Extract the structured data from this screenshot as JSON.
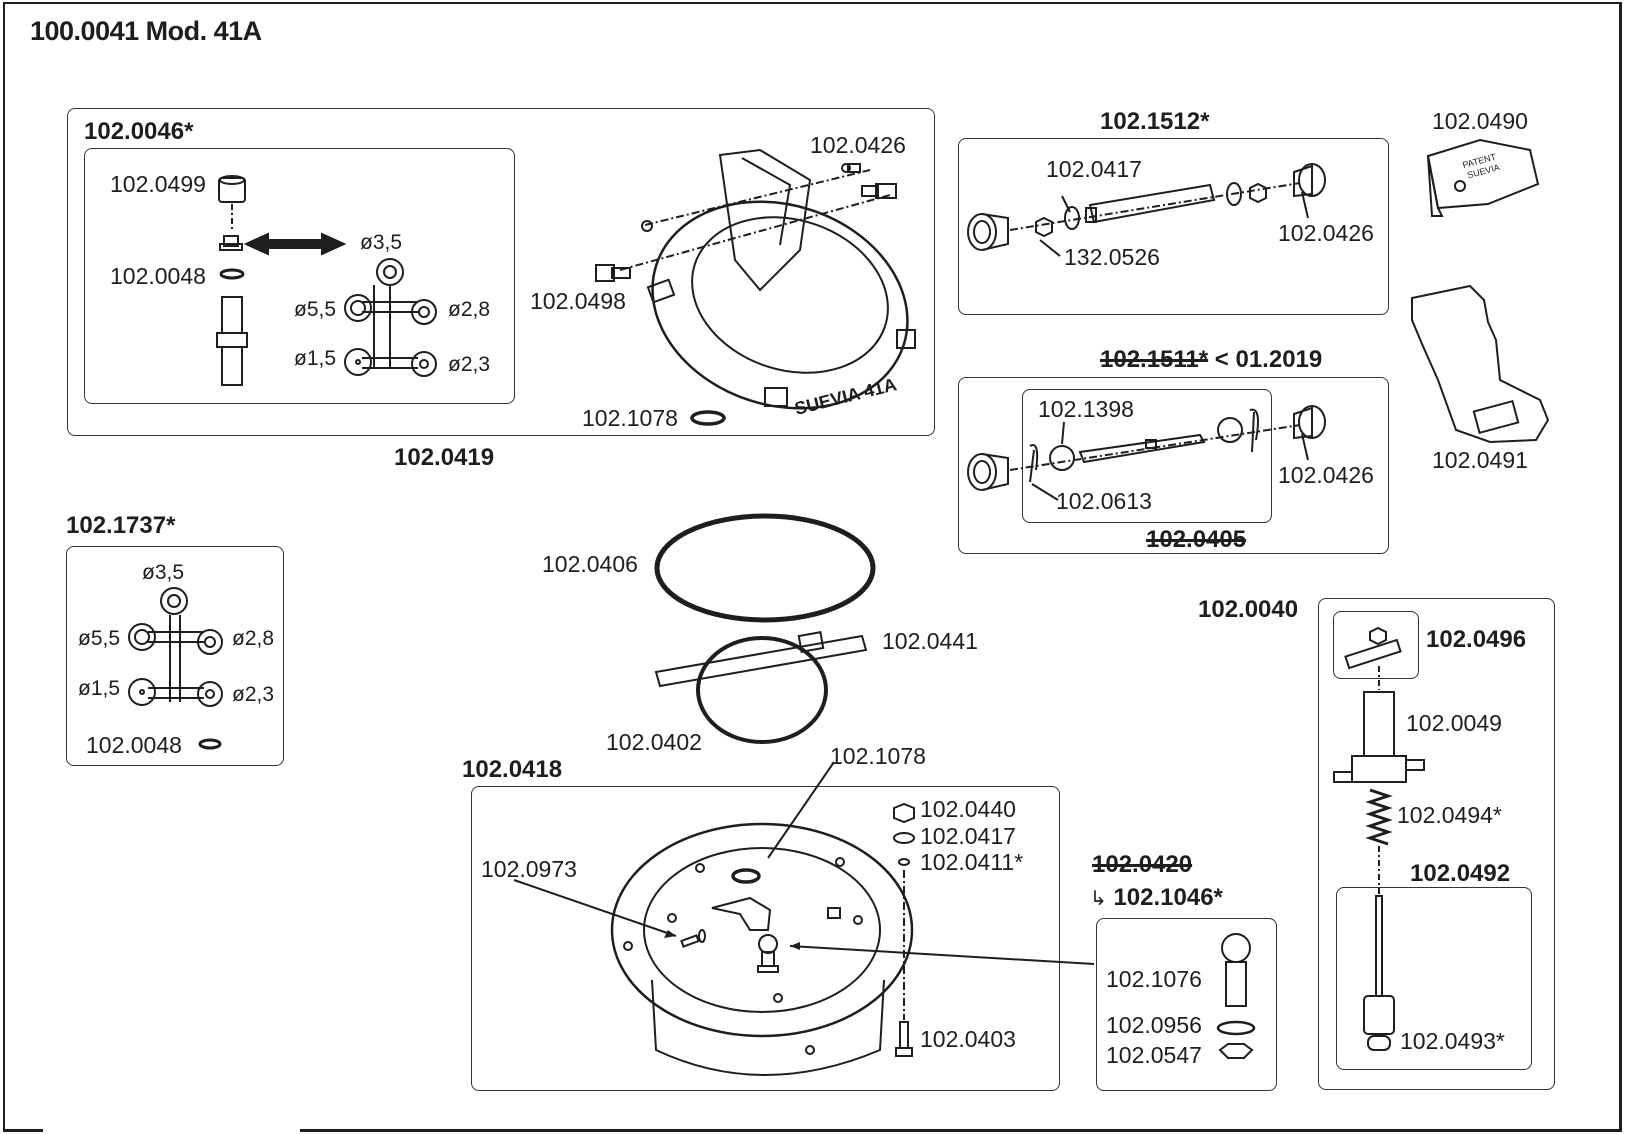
{
  "title": "100.0041 Mod. 41A",
  "groups": {
    "g0046": {
      "label": "102.0046*",
      "parts": {
        "nut": "102.0499",
        "seal": "102.0048"
      },
      "nozzles": [
        "ø3,5",
        "ø5,5",
        "ø2,8",
        "ø1,5",
        "ø2,3"
      ]
    },
    "g0419": {
      "label": "102.0419",
      "parts": {
        "pin": "102.0426",
        "screw": "102.0498",
        "seal": "102.1078"
      },
      "bowl_text": "SUEVIA 41A"
    },
    "g1512": {
      "label": "102.1512*",
      "parts": {
        "washer": "102.0417",
        "nut": "132.0526",
        "bushing": "102.0426"
      }
    },
    "g1511": {
      "label": "102.1511*",
      "suffix": "< 01.2019",
      "parts": {
        "ball": "102.1398",
        "cotter": "102.0613",
        "bushing": "102.0426"
      },
      "inner_label": "102.0405"
    },
    "g1737": {
      "label": "102.1737*",
      "nozzles": [
        "ø3,5",
        "ø5,5",
        "ø2,8",
        "ø1,5",
        "ø2,3"
      ],
      "seal": "102.0048"
    },
    "ring_large": "102.0406",
    "ring_bracket": {
      "bracket": "102.0441",
      "ring": "102.0402"
    },
    "cover": {
      "label": "102.0490",
      "stamp_line1": "PATENT",
      "stamp_line2": "SUEVIA"
    },
    "lever": "102.0491",
    "g0418": {
      "label": "102.0418",
      "parts": {
        "seal": "102.1078",
        "nut": "102.0440",
        "washer": "102.0417",
        "oring": "102.0411*",
        "screw": "102.0973",
        "bolt": "102.0403"
      }
    },
    "g0420": {
      "old_label": "102.0420",
      "arrow": "↳",
      "label": "102.1046*",
      "parts": {
        "ball": "102.1076",
        "washer": "102.0956",
        "nut": "102.0547"
      }
    },
    "g0040": {
      "label": "102.0040",
      "sub_label": "102.0496",
      "parts": {
        "body": "102.0049",
        "spring": "102.0494*"
      },
      "valve_label": "102.0492",
      "valve_part": "102.0493*"
    }
  }
}
